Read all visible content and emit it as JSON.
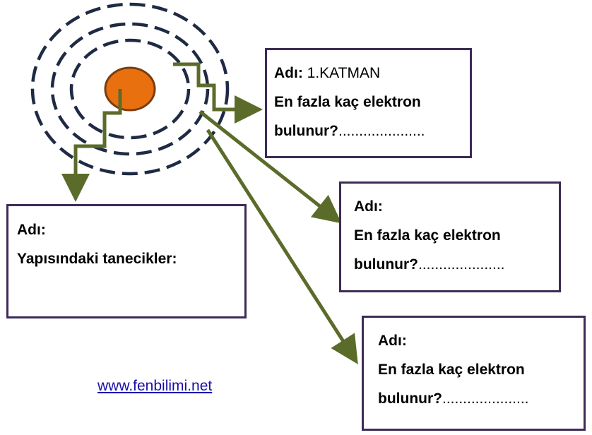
{
  "colors": {
    "nucleus_fill": "#e8700f",
    "nucleus_stroke": "#7a3d10",
    "orbit": "#1f2a44",
    "arrow": "#5b6b2a",
    "box_border": "#3d2b57",
    "link": "#1a0dab"
  },
  "box_layer1": {
    "name_label": "Adı:",
    "name_value": " 1.KATMAN",
    "question_line1": "En fazla kaç elektron",
    "question_line2": "bulunur?",
    "blank": "....................."
  },
  "box_layer2": {
    "name_label": "Adı:",
    "question_line1": "En fazla kaç elektron",
    "question_line2": "bulunur?",
    "blank": "....................."
  },
  "box_layer3": {
    "name_label": "Adı:",
    "question_line1": "En fazla kaç elektron",
    "question_line2": "bulunur?",
    "blank": "....................."
  },
  "box_nucleus": {
    "name_label": "Adı:",
    "particles_label": "Yapısındaki tanecikler:"
  },
  "link": {
    "text": "www.fenbilimi.net"
  }
}
